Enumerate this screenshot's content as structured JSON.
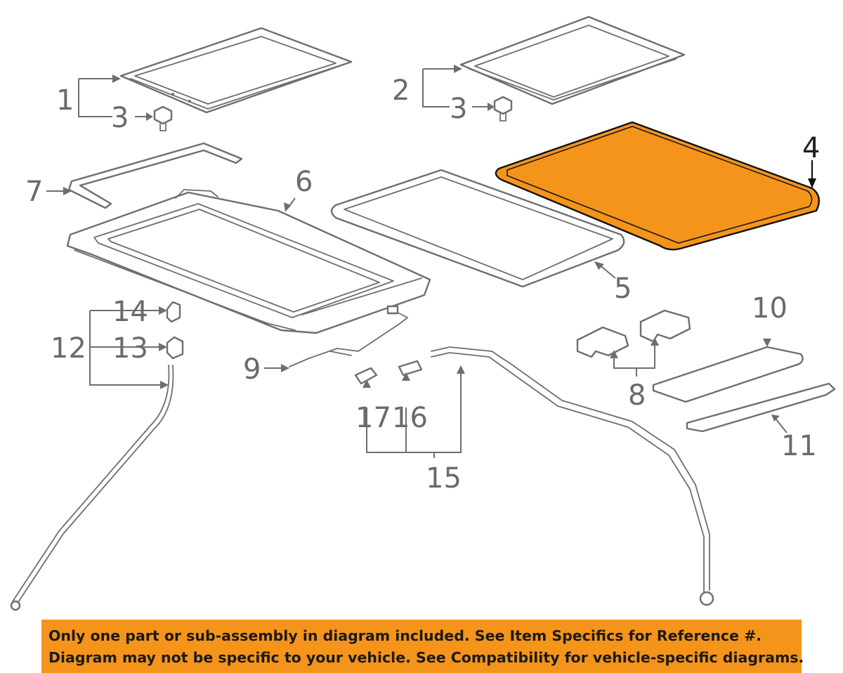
{
  "callouts": {
    "c1": "1",
    "c2": "2",
    "c3a": "3",
    "c3b": "3",
    "c4": "4",
    "c5": "5",
    "c6": "6",
    "c7": "7",
    "c8": "8",
    "c9": "9",
    "c10": "10",
    "c11": "11",
    "c12": "12",
    "c13": "13",
    "c14": "14",
    "c15": "15",
    "c16": "16",
    "c17": "17"
  },
  "highlight_color": "#f5941b",
  "disclaimer": {
    "line1": "Only one part or sub-assembly in diagram included. See Item Specifics for Reference #.",
    "line2": "Diagram may not be specific to your vehicle. See Compatibility for vehicle-specific diagrams."
  }
}
